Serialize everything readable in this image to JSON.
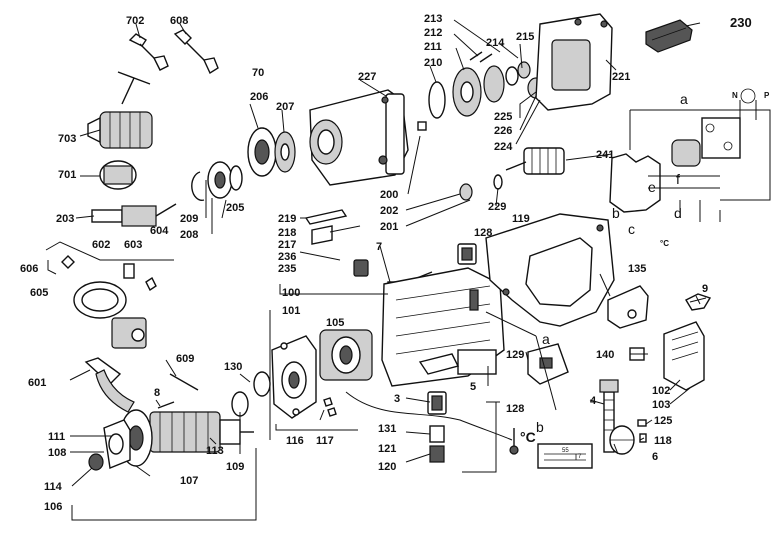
{
  "part_labels": {
    "p702": "702",
    "p608": "608",
    "p70": "70",
    "p213": "213",
    "p212": "212",
    "p214": "214",
    "p211": "211",
    "p215": "215",
    "p210": "210",
    "p230": "230",
    "p227": "227",
    "p206": "206",
    "p207": "207",
    "p703": "703",
    "p225": "225",
    "p221": "221",
    "p226": "226",
    "p224": "224",
    "pa_top": "a",
    "p241": "241",
    "p701": "701",
    "p200": "200",
    "p209": "209",
    "p205": "205",
    "p202": "202",
    "p229": "229",
    "p203": "203",
    "p208": "208",
    "p201": "201",
    "pb_left": "b",
    "pd": "d",
    "p119": "119",
    "pc": "c",
    "p219": "219",
    "p218": "218",
    "p217": "217",
    "p128_top": "128",
    "p602": "602",
    "p603": "603",
    "p604": "604",
    "p236": "236",
    "p7": "7",
    "p235": "235",
    "p135": "135",
    "p606": "606",
    "p9": "9",
    "p605": "605",
    "p100": "100",
    "p101": "101",
    "p105": "105",
    "pa_mid": "a",
    "p140": "140",
    "p609": "609",
    "p129": "129",
    "p601": "601",
    "p130": "130",
    "p8": "8",
    "p102": "102",
    "p5": "5",
    "p103": "103",
    "p3": "3",
    "p4": "4",
    "p128_bot": "128",
    "p125": "125",
    "p111": "111",
    "pb_bot": "b",
    "p131": "131",
    "p118": "118",
    "p116": "116",
    "p117": "117",
    "p113": "113",
    "p108": "108",
    "p6": "6",
    "p121": "121",
    "p109": "109",
    "p120": "120",
    "p107": "107",
    "p114": "114",
    "p106": "106",
    "pe": "e",
    "pf": "f",
    "pN": "N",
    "pP": "P",
    "pdegC_small": "°C",
    "pdegC_big": "°C"
  },
  "ruler": {
    "mark1": "55",
    "mark2": "7"
  },
  "colors": {
    "ink": "#111111",
    "background": "#ffffff",
    "shade": "#555555"
  }
}
